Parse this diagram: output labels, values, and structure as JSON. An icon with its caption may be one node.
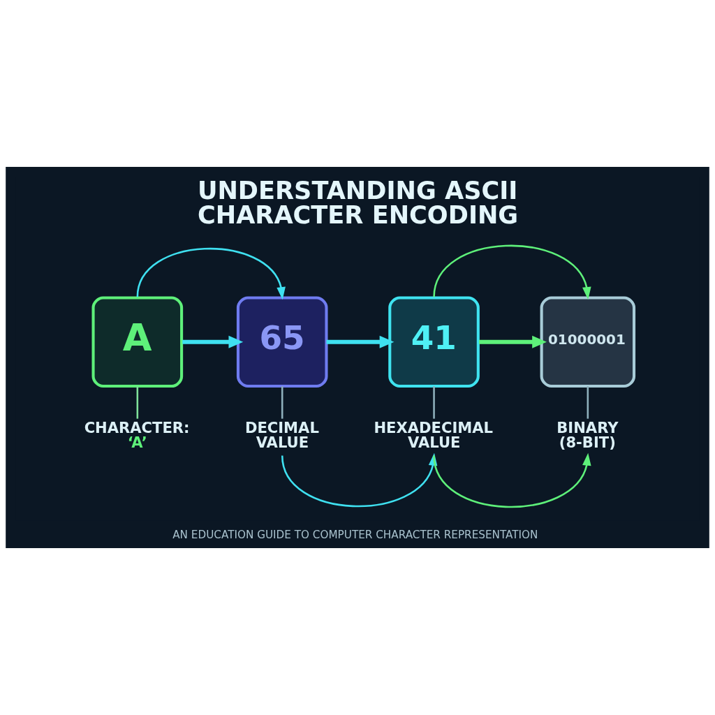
{
  "diagram": {
    "title": "UNDERSTANDING ASCII CHARACTER ENCODING",
    "caption": "AN EDUCATION GUIDE TO COMPUTER CHARACTER REPRESENTATION",
    "nodes": [
      {
        "text": [
          "A"
        ]
      },
      {
        "text": [
          "65"
        ]
      },
      {
        "text": [
          "41"
        ]
      },
      {
        "text": [
          "01000001"
        ]
      },
      {
        "text": [
          "CHARACTER:",
          "‘A’"
        ]
      },
      {
        "text": [
          "DECIMAL VALUE"
        ]
      },
      {
        "text": [
          "HEXADECIMAL VALUE"
        ]
      },
      {
        "text": [
          "BINARY (8-BIT)"
        ]
      }
    ],
    "edges": [
      {
        "from": 0,
        "to": 1,
        "arrow": "to",
        "style": "thick"
      },
      {
        "from": 1,
        "to": 2,
        "arrow": "to",
        "style": "thick"
      },
      {
        "from": 2,
        "to": 3,
        "arrow": "to",
        "style": "thick",
        "color": "#5ef07a"
      },
      {
        "from": 0,
        "to": 1,
        "arrow": "to"
      },
      {
        "from": 2,
        "to": 3,
        "arrow": "to",
        "color": "#5ef07a"
      },
      {
        "from": 0,
        "to": 4,
        "arrow": "none",
        "color": "#7fe09a"
      },
      {
        "from": 1,
        "to": 5,
        "arrow": "none",
        "color": "#8fb0bc"
      },
      {
        "from": 2,
        "to": 6,
        "arrow": "none",
        "color": "#8fb0bc"
      },
      {
        "from": 3,
        "to": 7,
        "arrow": "none",
        "color": "#8fb0bc"
      },
      {
        "from": 5,
        "to": 6,
        "arrow": "to"
      },
      {
        "from": 6,
        "to": 7,
        "arrow": "to",
        "color": "#5ef07a"
      }
    ]
  }
}
